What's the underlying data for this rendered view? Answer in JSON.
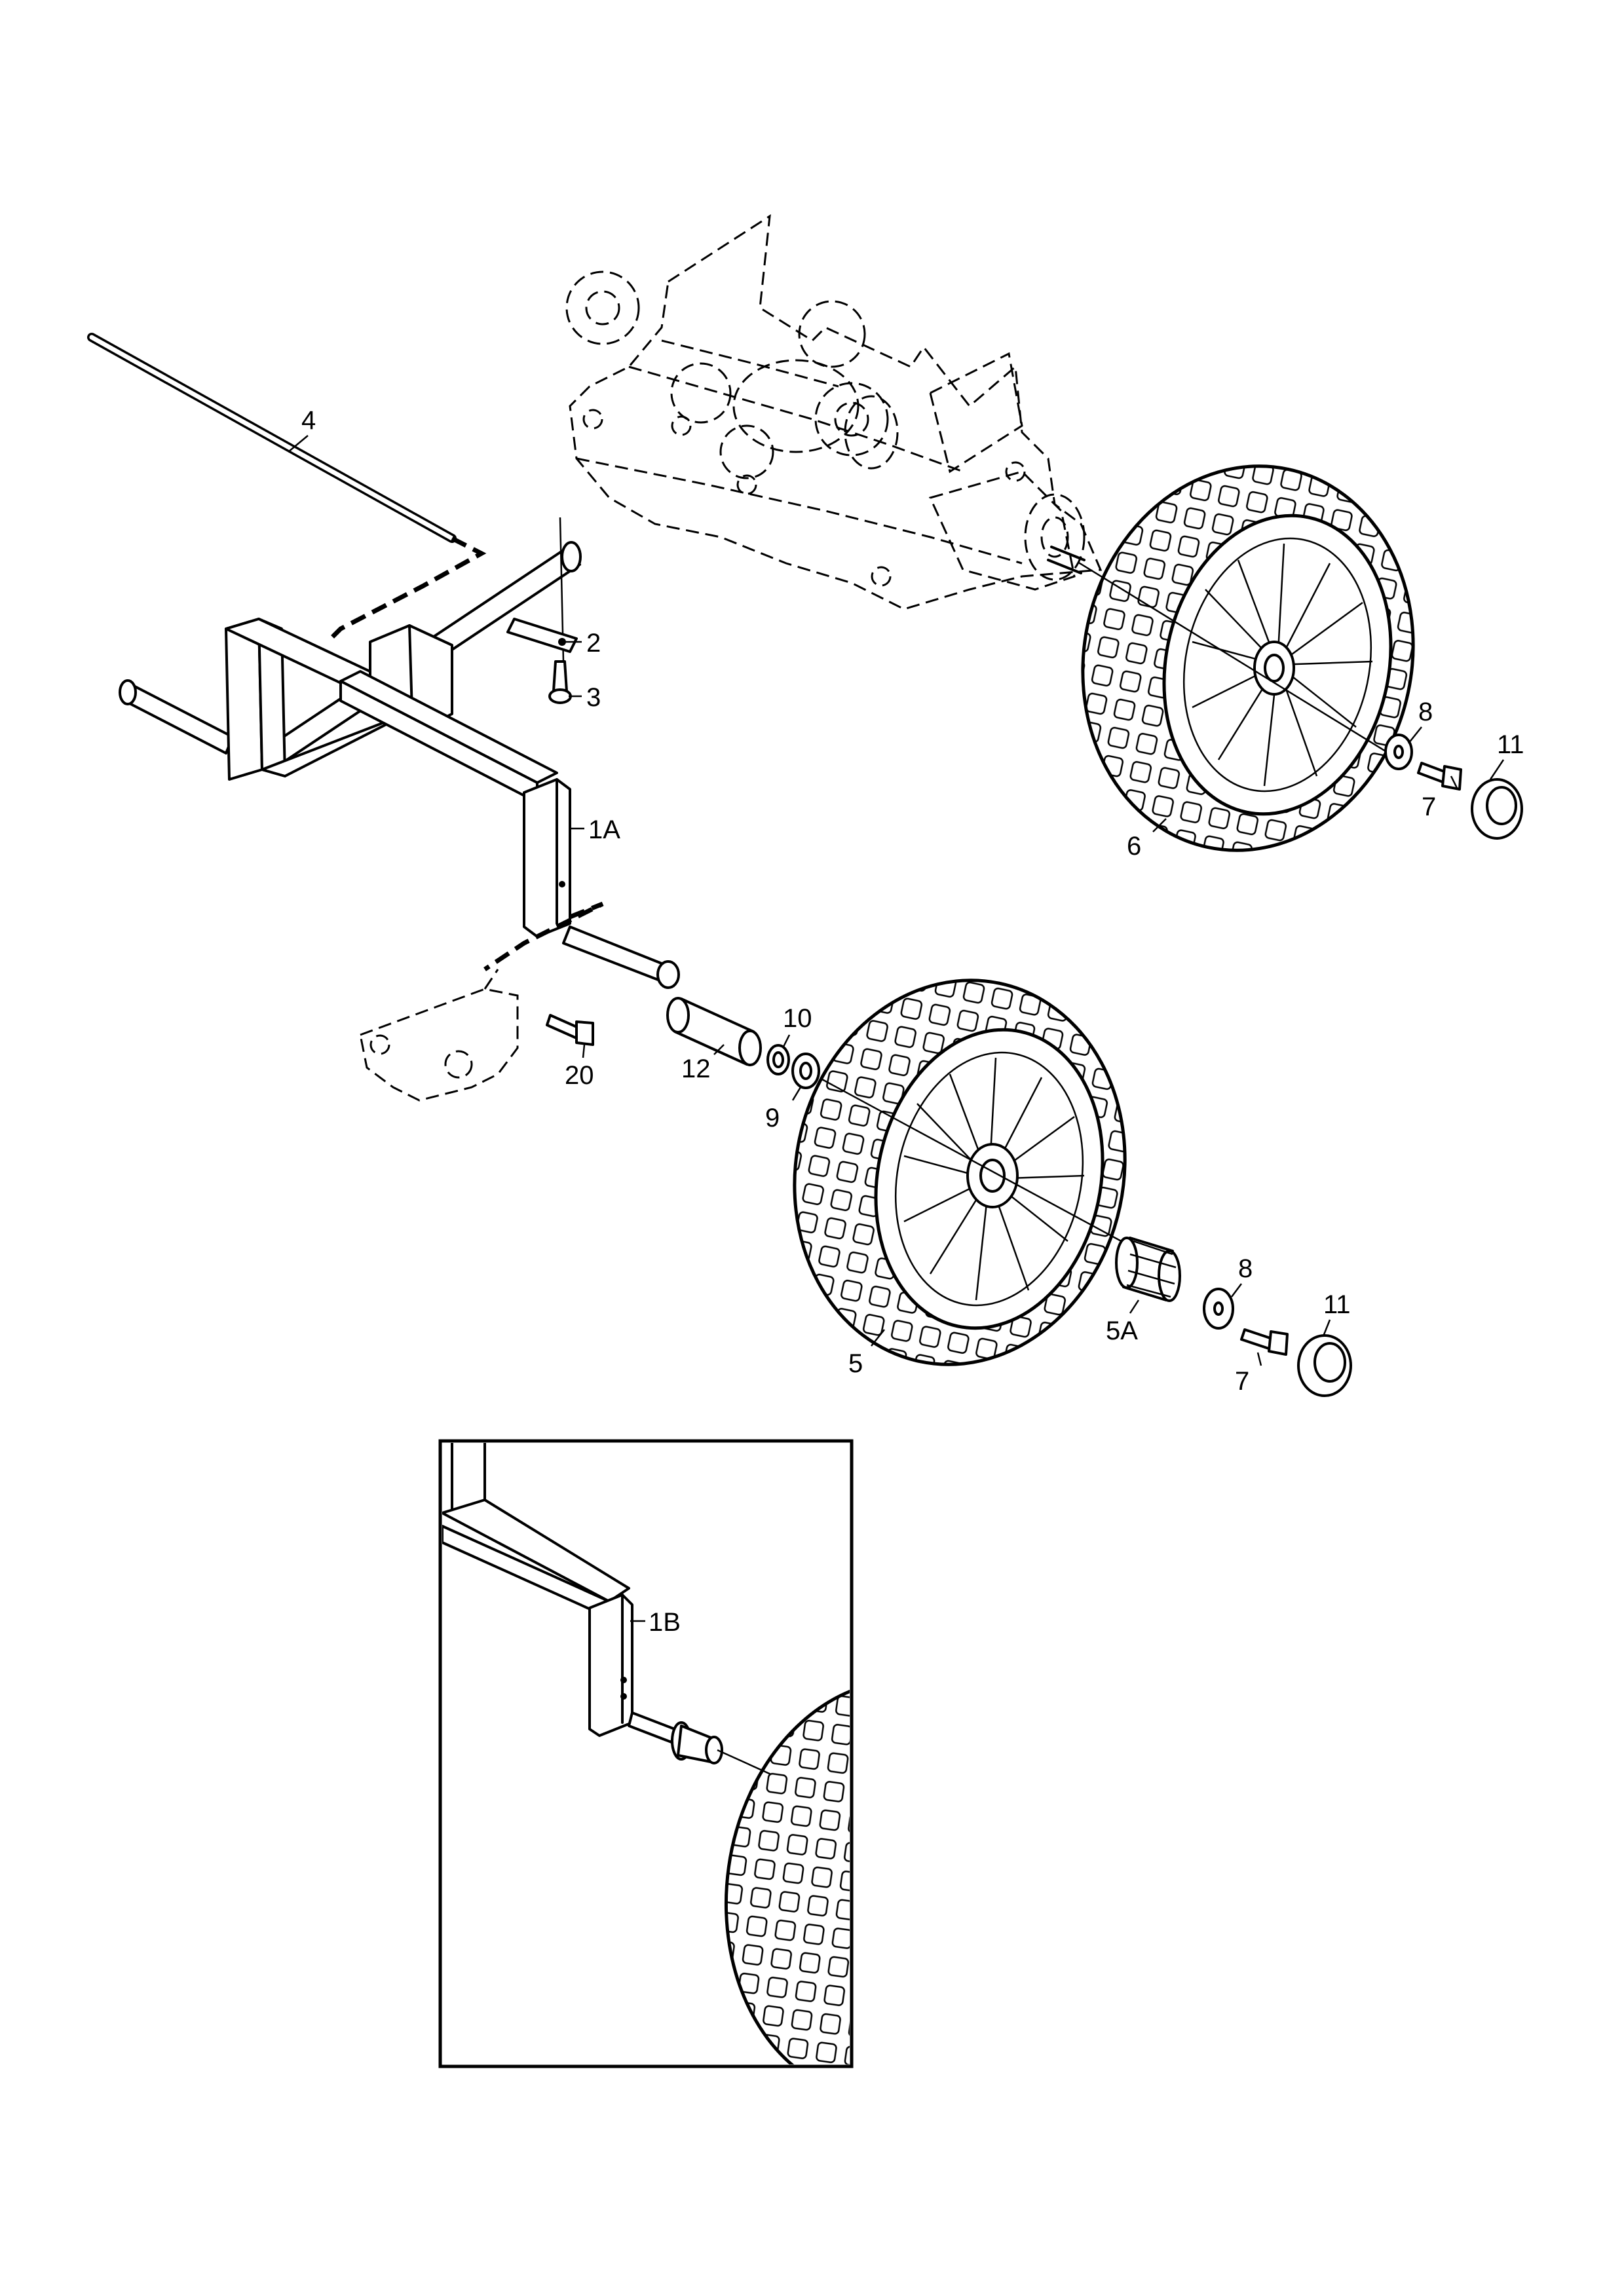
{
  "diagram": {
    "callouts": {
      "p4": "4",
      "p2": "2",
      "p3": "3",
      "p1a": "1A",
      "p8a": "8",
      "p11a": "11",
      "p7a": "7",
      "p6": "6",
      "p10": "10",
      "p20": "20",
      "p12": "12",
      "p9": "9",
      "p8b": "8",
      "p11b": "11",
      "p5a": "5A",
      "p7b": "7",
      "p5": "5",
      "p1b": "1B"
    }
  }
}
